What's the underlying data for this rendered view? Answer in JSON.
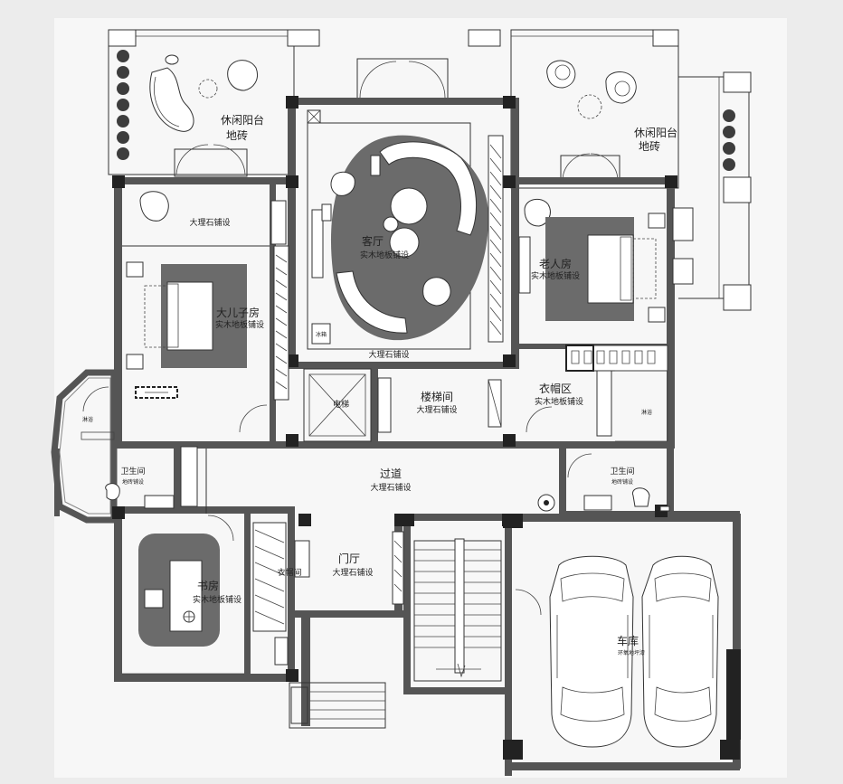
{
  "labels": {
    "balcony_left": "休闲阳台",
    "balcony_left_floor": "地砖",
    "balcony_right": "休闲阳台",
    "balcony_right_floor": "地砖",
    "living_room": "客厅",
    "living_room_floor": "实木地板铺设",
    "living_marble": "大理石铺设",
    "big_son_room": "大儿子房",
    "big_son_room_floor": "实木地板铺设",
    "big_son_marble": "大理石铺设",
    "elder_room": "老人房",
    "elder_room_floor": "实木地板铺设",
    "elevator": "电梯",
    "staircase": "楼梯间",
    "staircase_floor": "大理石铺设",
    "cloakroom_right": "衣帽区",
    "cloakroom_right_floor": "实木地板铺设",
    "corridor": "过道",
    "corridor_floor": "大理石铺设",
    "bath_left": "卫生间",
    "bath_left_floor": "地砖铺设",
    "bath_right": "卫生间",
    "bath_right_floor": "地砖铺设",
    "shower_left": "淋浴",
    "shower_right": "淋浴",
    "foyer": "门厅",
    "foyer_floor": "大理石铺设",
    "cloakroom_foyer": "衣帽间",
    "study": "书房",
    "study_floor": "实木地板铺设",
    "garage": "车库",
    "garage_floor": "环氧地坪漆",
    "fridge": "冰箱"
  },
  "colors": {
    "wall": "#555555",
    "wall_dark": "#222222",
    "rug": "#6b6b6b",
    "background": "#ececec"
  }
}
